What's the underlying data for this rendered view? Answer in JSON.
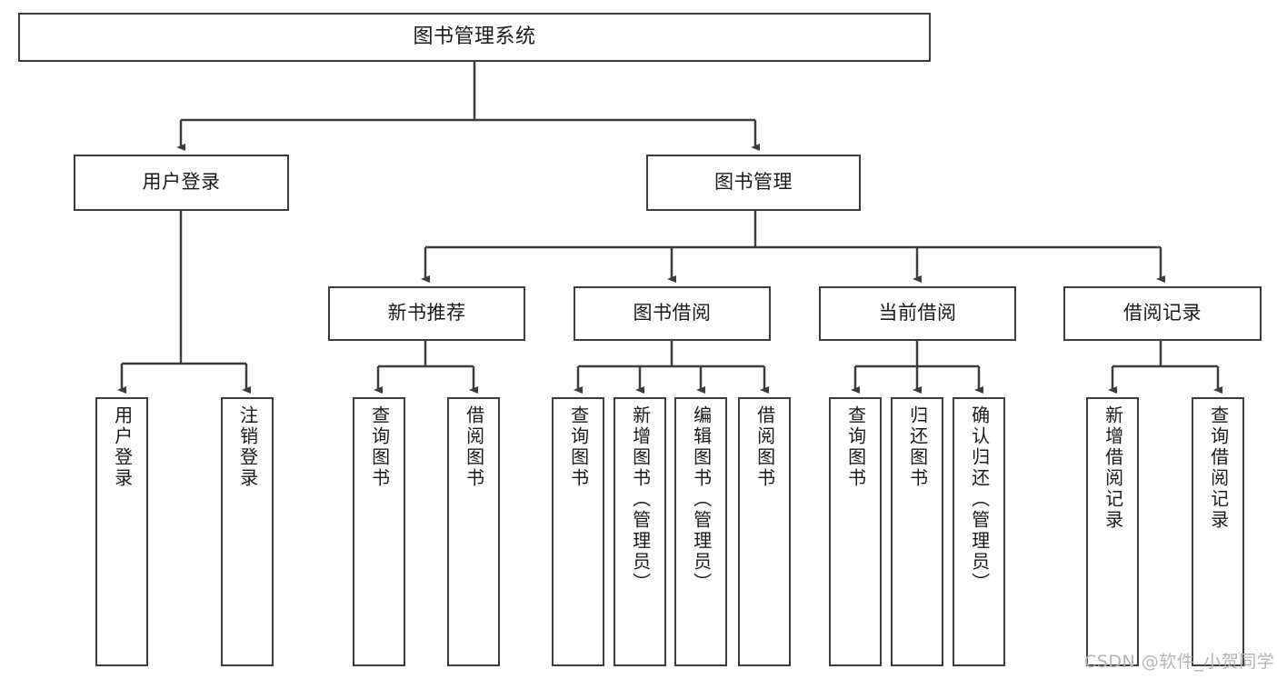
{
  "diagram": {
    "title": "图书管理系统",
    "type": "hierarchy-tree",
    "colors": {
      "stroke": "#3c3c3c",
      "fill": "#ffffff",
      "text": "#1a1a1a",
      "watermark": "#b4b4b4"
    },
    "root": {
      "label": "图书管理系统"
    },
    "level2": [
      {
        "label": "用户登录"
      },
      {
        "label": "图书管理"
      }
    ],
    "level3": [
      {
        "label": "新书推荐"
      },
      {
        "label": "图书借阅"
      },
      {
        "label": "当前借阅"
      },
      {
        "label": "借阅记录"
      }
    ],
    "leaves": {
      "user_login": [
        {
          "label": "用户登录"
        },
        {
          "label": "注销登录"
        }
      ],
      "new_book": [
        {
          "label": "查询图书"
        },
        {
          "label": "借阅图书"
        }
      ],
      "book_borrow": [
        {
          "label": "查询图书"
        },
        {
          "label": "新增图书（管理员）"
        },
        {
          "label": "编辑图书（管理员）"
        },
        {
          "label": "借阅图书"
        }
      ],
      "current_borrow": [
        {
          "label": "查询图书"
        },
        {
          "label": "归还图书"
        },
        {
          "label": "确认归还（管理员）"
        }
      ],
      "borrow_record": [
        {
          "label": "新增借阅记录"
        },
        {
          "label": "查询借阅记录"
        }
      ]
    }
  },
  "watermark": {
    "text": "CSDN @软件_小贺同学"
  }
}
